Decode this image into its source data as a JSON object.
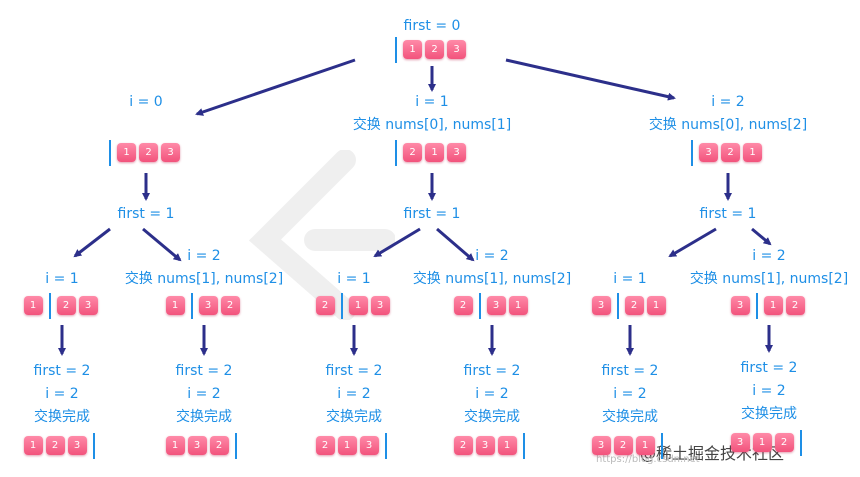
{
  "root": {
    "label": "first = 0",
    "values": [
      "1",
      "2",
      "3"
    ]
  },
  "level1": [
    {
      "i_label": "i = 0",
      "swap": "",
      "values": [
        "1",
        "2",
        "3"
      ],
      "first_label": "first = 1"
    },
    {
      "i_label": "i = 1",
      "swap": "交换 nums[0], nums[1]",
      "values": [
        "2",
        "1",
        "3"
      ],
      "first_label": "first = 1"
    },
    {
      "i_label": "i = 2",
      "swap": "交换 nums[0], nums[2]",
      "values": [
        "3",
        "2",
        "1"
      ],
      "first_label": "first = 1"
    }
  ],
  "level2": [
    {
      "i_label": "i = 1",
      "swap": "",
      "values": [
        "1",
        "2",
        "3"
      ]
    },
    {
      "i_label": "i = 2",
      "swap": "交换 nums[1], nums[2]",
      "values": [
        "1",
        "3",
        "2"
      ]
    },
    {
      "i_label": "i = 1",
      "swap": "",
      "values": [
        "2",
        "1",
        "3"
      ]
    },
    {
      "i_label": "i = 2",
      "swap": "交换 nums[1], nums[2]",
      "values": [
        "2",
        "3",
        "1"
      ]
    },
    {
      "i_label": "i = 1",
      "swap": "",
      "values": [
        "3",
        "2",
        "1"
      ]
    },
    {
      "i_label": "i = 2",
      "swap": "交换 nums[1], nums[2]",
      "values": [
        "3",
        "1",
        "2"
      ]
    }
  ],
  "leaf_text": {
    "first": "first = 2",
    "i": "i = 2",
    "done": "交换完成"
  },
  "leaves": [
    [
      "1",
      "2",
      "3"
    ],
    [
      "1",
      "3",
      "2"
    ],
    [
      "2",
      "1",
      "3"
    ],
    [
      "2",
      "3",
      "1"
    ],
    [
      "3",
      "2",
      "1"
    ],
    [
      "3",
      "1",
      "2"
    ]
  ],
  "watermark": {
    "text": "@稀土掘金技术社区",
    "url": "https://blog.csdn.net"
  },
  "colors": {
    "text": "#1e8fe6",
    "arrow": "#2c2f8a",
    "cell": "#f2537c",
    "bar": "#1e8fe6"
  }
}
